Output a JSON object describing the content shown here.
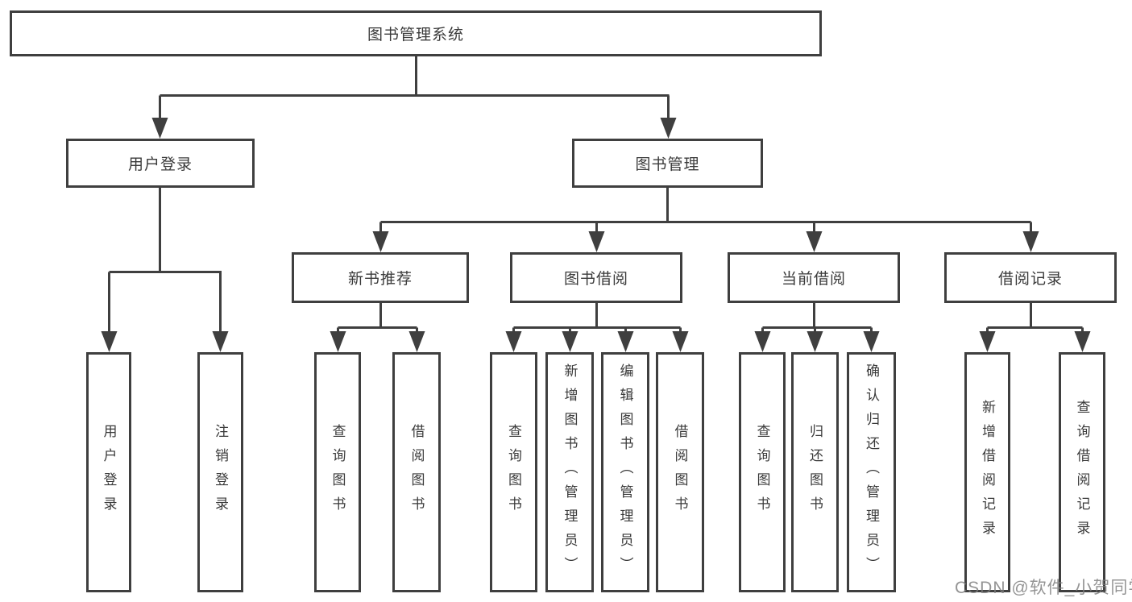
{
  "diagram_type": "hierarchy-tree",
  "tree": {
    "label": "图书管理系统",
    "children": [
      {
        "label": "用户登录",
        "children": [
          {
            "label": "用户登录"
          },
          {
            "label": "注销登录"
          }
        ]
      },
      {
        "label": "图书管理",
        "children": [
          {
            "label": "新书推荐",
            "children": [
              {
                "label": "查询图书"
              },
              {
                "label": "借阅图书"
              }
            ]
          },
          {
            "label": "图书借阅",
            "children": [
              {
                "label": "查询图书"
              },
              {
                "label": "新增图书（管理员）"
              },
              {
                "label": "编辑图书（管理员）"
              },
              {
                "label": "借阅图书"
              }
            ]
          },
          {
            "label": "当前借阅",
            "children": [
              {
                "label": "查询图书"
              },
              {
                "label": "归还图书"
              },
              {
                "label": "确认归还（管理员）"
              }
            ]
          },
          {
            "label": "借阅记录",
            "children": [
              {
                "label": "新增借阅记录"
              },
              {
                "label": "查询借阅记录"
              }
            ]
          }
        ]
      }
    ]
  },
  "watermark": "CSDN @软件_小贺同学",
  "colors": {
    "line": "#3f3f3f",
    "text": "#3a3a3a",
    "background": "#ffffff",
    "watermark": "#7d7d7d"
  }
}
